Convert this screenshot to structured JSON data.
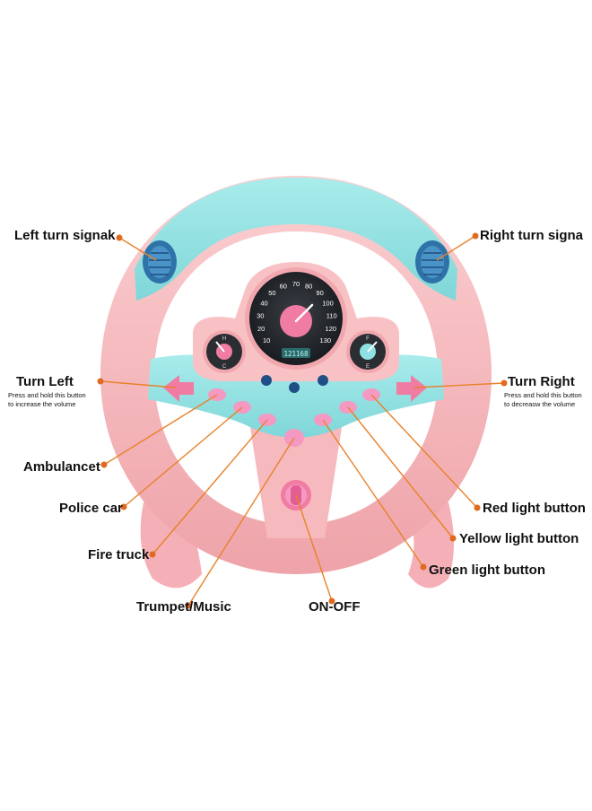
{
  "labels": {
    "left_turn_signal": "Left turn signak",
    "right_turn_signal": "Right turn signa",
    "turn_left": "Turn Left",
    "turn_left_note_1": "Press and hold this button",
    "turn_left_note_2": "to increase the volume",
    "turn_right": "Turn Right",
    "turn_right_note_1": "Press and hold this button",
    "turn_right_note_2": "to  decreasw the volume",
    "ambulance": "Ambulancet",
    "police_car": "Police car",
    "fire_truck": "Fire truck",
    "trumpet_music": "Trumpet/Music",
    "on_off": "ON-OFF",
    "red_light": "Red light button",
    "yellow_light": "Yellow light button",
    "green_light": "Green light button"
  },
  "speedometer": {
    "ticks": [
      "10",
      "20",
      "30",
      "40",
      "50",
      "60",
      "70",
      "80",
      "90",
      "100",
      "110",
      "120",
      "130"
    ],
    "odometer": "121168"
  },
  "gauges": {
    "left": {
      "top": "H",
      "bottom": "C"
    },
    "right": {
      "top": "F",
      "bottom": "E"
    }
  },
  "colors": {
    "wheel_pink": "#f5b3b8",
    "wheel_teal": "#8fe1e3",
    "leader_line": "#e8822a",
    "dot": "#e06a20",
    "button_pink": "#f49ac2"
  }
}
